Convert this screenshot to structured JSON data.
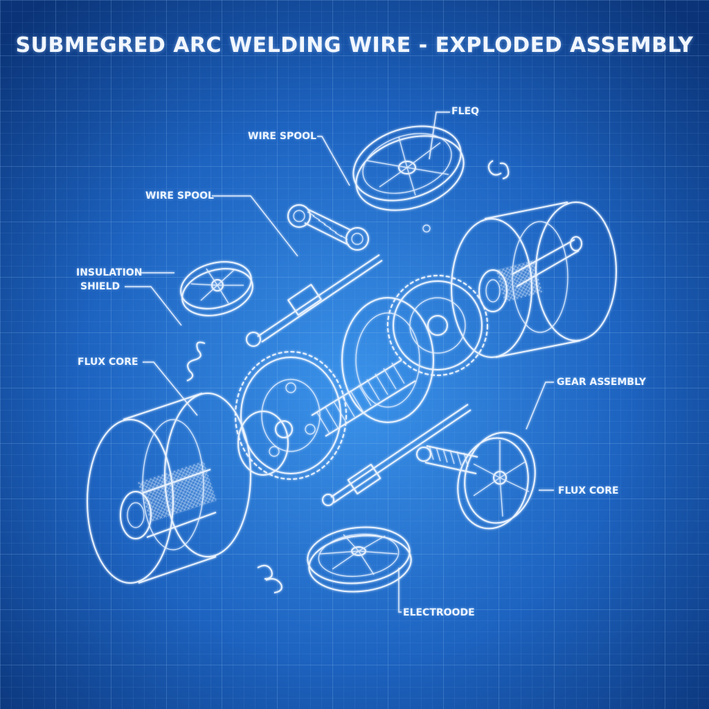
{
  "title": "SUBMEGRED ARC WELDING WIRE - EXPLODED ASSEMBLY",
  "labels": {
    "fleq": "FLEQ",
    "wire_spool_top": "WIRE SPOOL",
    "wire_spool_mid": "WIRE SPOOL",
    "insulation_line1": "INSULATION",
    "insulation_line2": "SHIELD",
    "flux_core_left": "FLUX CORE",
    "gear_assembly": "GEAR ASSEMBLY",
    "flux_core_right": "FLUX CORE",
    "electrode": "ELECTROODE"
  },
  "colors": {
    "background_center": "#2f86e0",
    "background_edge": "#0b3478",
    "line": "#eaf3ff",
    "grid": "#6fa8ea"
  }
}
